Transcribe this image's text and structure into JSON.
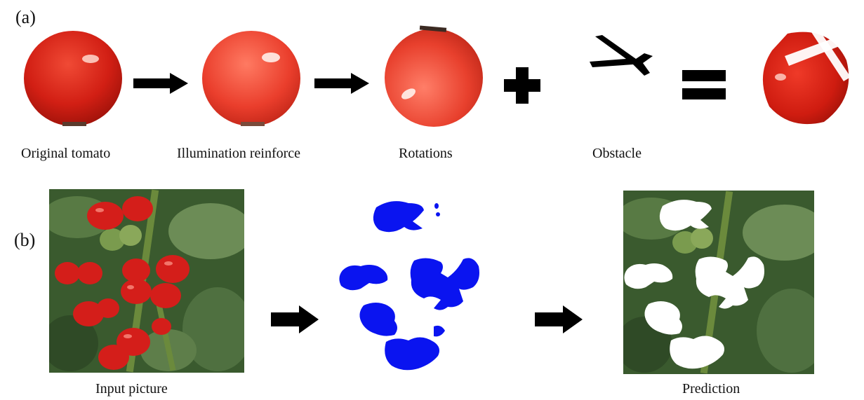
{
  "panel_a": {
    "tag": "(a)",
    "captions": {
      "original": "Original tomato",
      "illumination": "Illumination reinforce",
      "rotations": "Rotations",
      "obstacle": "Obstacle"
    }
  },
  "panel_b": {
    "tag": "(b)",
    "captions": {
      "input": "Input picture",
      "prediction": "Prediction"
    }
  },
  "colors": {
    "tomato": "#d7261b",
    "arrow": "#000000",
    "mask": "#0a14f0",
    "foliage": "#3f5e33"
  }
}
